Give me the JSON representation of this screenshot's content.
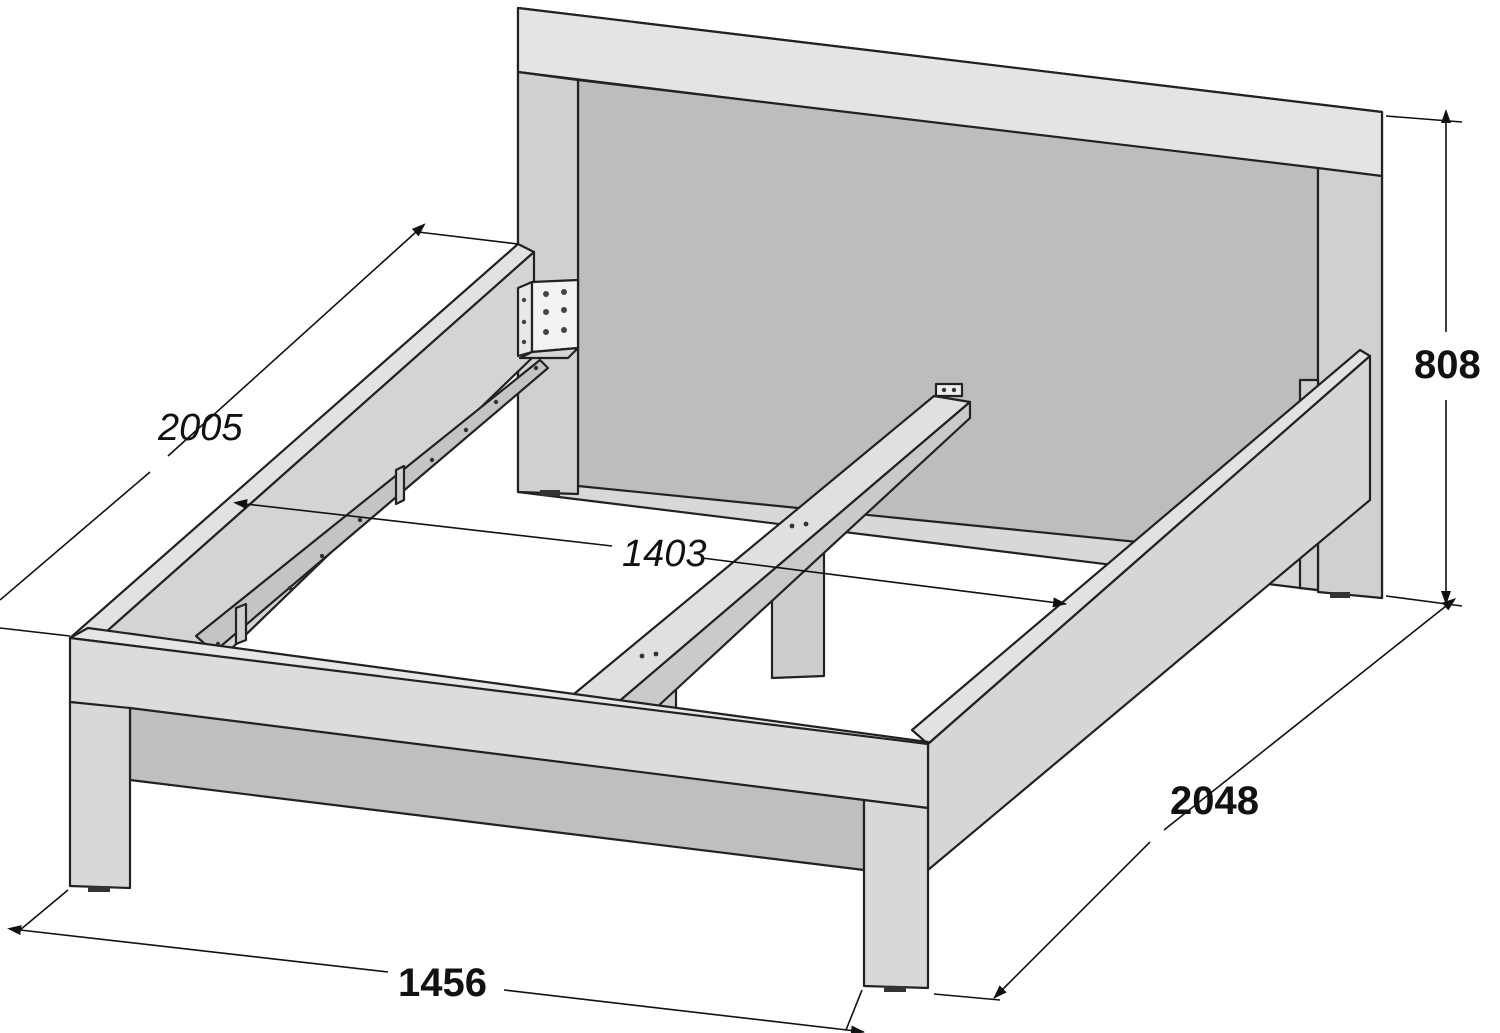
{
  "dimensions": {
    "height": "808",
    "inner_length": "2005",
    "inner_width": "1403",
    "outer_length": "2048",
    "outer_width": "1456"
  },
  "colors": {
    "frame_face": "#dadada",
    "frame_top": "#e6e6e6",
    "panel": "#bdbdbd",
    "rail": "#cfcfcf",
    "line": "#222222"
  }
}
